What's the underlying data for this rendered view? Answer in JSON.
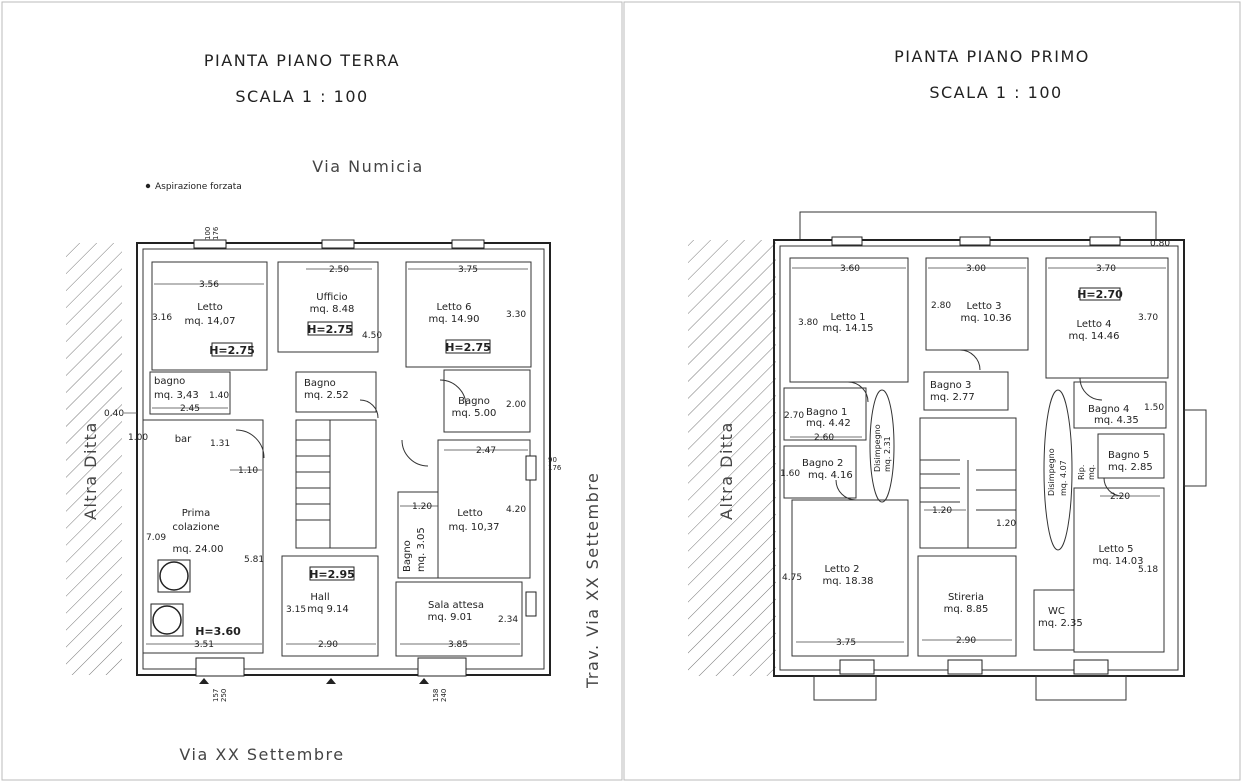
{
  "plans": [
    {
      "id": "terra",
      "title": "PIANTA PIANO TERRA",
      "scale": "SCALA 1 : 100",
      "street_top": "Via Numicia",
      "street_bottom": "Via XX Settembre",
      "street_right": "Trav. Via XX Settembre",
      "side_label": "Altra Ditta",
      "note": "Aspirazione forzata",
      "rooms": [
        {
          "key": "letto1",
          "name": "Letto",
          "area": "mq. 14,07",
          "h": "H=2.75"
        },
        {
          "key": "bagno1",
          "name": "bagno",
          "area": "mq. 3,43"
        },
        {
          "key": "bar",
          "name": "bar"
        },
        {
          "key": "colazione",
          "name": "Prima\ncolazione",
          "area": "mq. 24.00",
          "h": "H=3.60"
        },
        {
          "key": "ufficio",
          "name": "Ufficio",
          "area": "mq. 8.48",
          "h": "H=2.75"
        },
        {
          "key": "bagno2",
          "name": "Bagno",
          "area": "mq. 2.52"
        },
        {
          "key": "letto6",
          "name": "Letto 6",
          "area": "mq. 14.90",
          "h": "H=2.75"
        },
        {
          "key": "bagno3",
          "name": "Bagno",
          "area": "mq. 5.00"
        },
        {
          "key": "letto7",
          "name": "Letto",
          "area": "mq. 10,37"
        },
        {
          "key": "bagno4",
          "name": "Bagno",
          "area": "mq. 3.05"
        },
        {
          "key": "hall",
          "name": "Hall",
          "area": "mq 9.14",
          "h": "H=2.95"
        },
        {
          "key": "sala",
          "name": "Sala attesa",
          "area": "mq. 9.01"
        }
      ],
      "dims": [
        "3.56",
        "3.16",
        "1.40",
        "2.45",
        "0.40",
        "1.00",
        "1.31",
        "1.10",
        "7.09",
        "5.81",
        "3.51",
        "2.50",
        "4.50",
        "3.75",
        "3.30",
        "2.00",
        "2.47",
        "1.20",
        "4.20",
        "3.15",
        "2.90",
        "3.85",
        "2.34"
      ],
      "markers": [
        "100\n176",
        "90\n176",
        "157\n250",
        "158\n240"
      ]
    },
    {
      "id": "primo",
      "title": "PIANTA PIANO PRIMO",
      "scale": "SCALA 1 : 100",
      "side_label": "Altra Ditta",
      "rooms": [
        {
          "key": "l1",
          "name": "Letto 1",
          "area": "mq. 14.15"
        },
        {
          "key": "l3",
          "name": "Letto 3",
          "area": "mq. 10.36"
        },
        {
          "key": "l4",
          "name": "Letto 4",
          "area": "mq. 14.46",
          "h": "H=2.70"
        },
        {
          "key": "b1",
          "name": "Bagno 1",
          "area": "mq. 4.42"
        },
        {
          "key": "b2",
          "name": "Bagno 2",
          "area": "mq. 4.16"
        },
        {
          "key": "d1",
          "name": "Disimpegno",
          "area": "mq. 2.31"
        },
        {
          "key": "b3",
          "name": "Bagno 3",
          "area": "mq. 2.77"
        },
        {
          "key": "d2",
          "name": "Disimpegno",
          "area": "mq. 4.07"
        },
        {
          "key": "rip",
          "name": "Rip.",
          "area": "mq."
        },
        {
          "key": "b4",
          "name": "Bagno 4",
          "area": "mq. 4.35"
        },
        {
          "key": "b5",
          "name": "Bagno 5",
          "area": "mq. 2.85"
        },
        {
          "key": "l2",
          "name": "Letto 2",
          "area": "mq. 18.38"
        },
        {
          "key": "st",
          "name": "Stireria",
          "area": "mq. 8.85"
        },
        {
          "key": "wc",
          "name": "WC",
          "area": "mq. 2.35"
        },
        {
          "key": "l5",
          "name": "Letto 5",
          "area": "mq. 14.03"
        }
      ],
      "dims": [
        "0.80",
        "3.60",
        "3.00",
        "3.70",
        "3.80",
        "2.80",
        "3.70",
        "2.70",
        "2.60",
        "1.50",
        "1.60",
        "2.20",
        "1.20",
        "1.20",
        "4.75",
        "5.18",
        "3.75",
        "2.90"
      ]
    }
  ]
}
